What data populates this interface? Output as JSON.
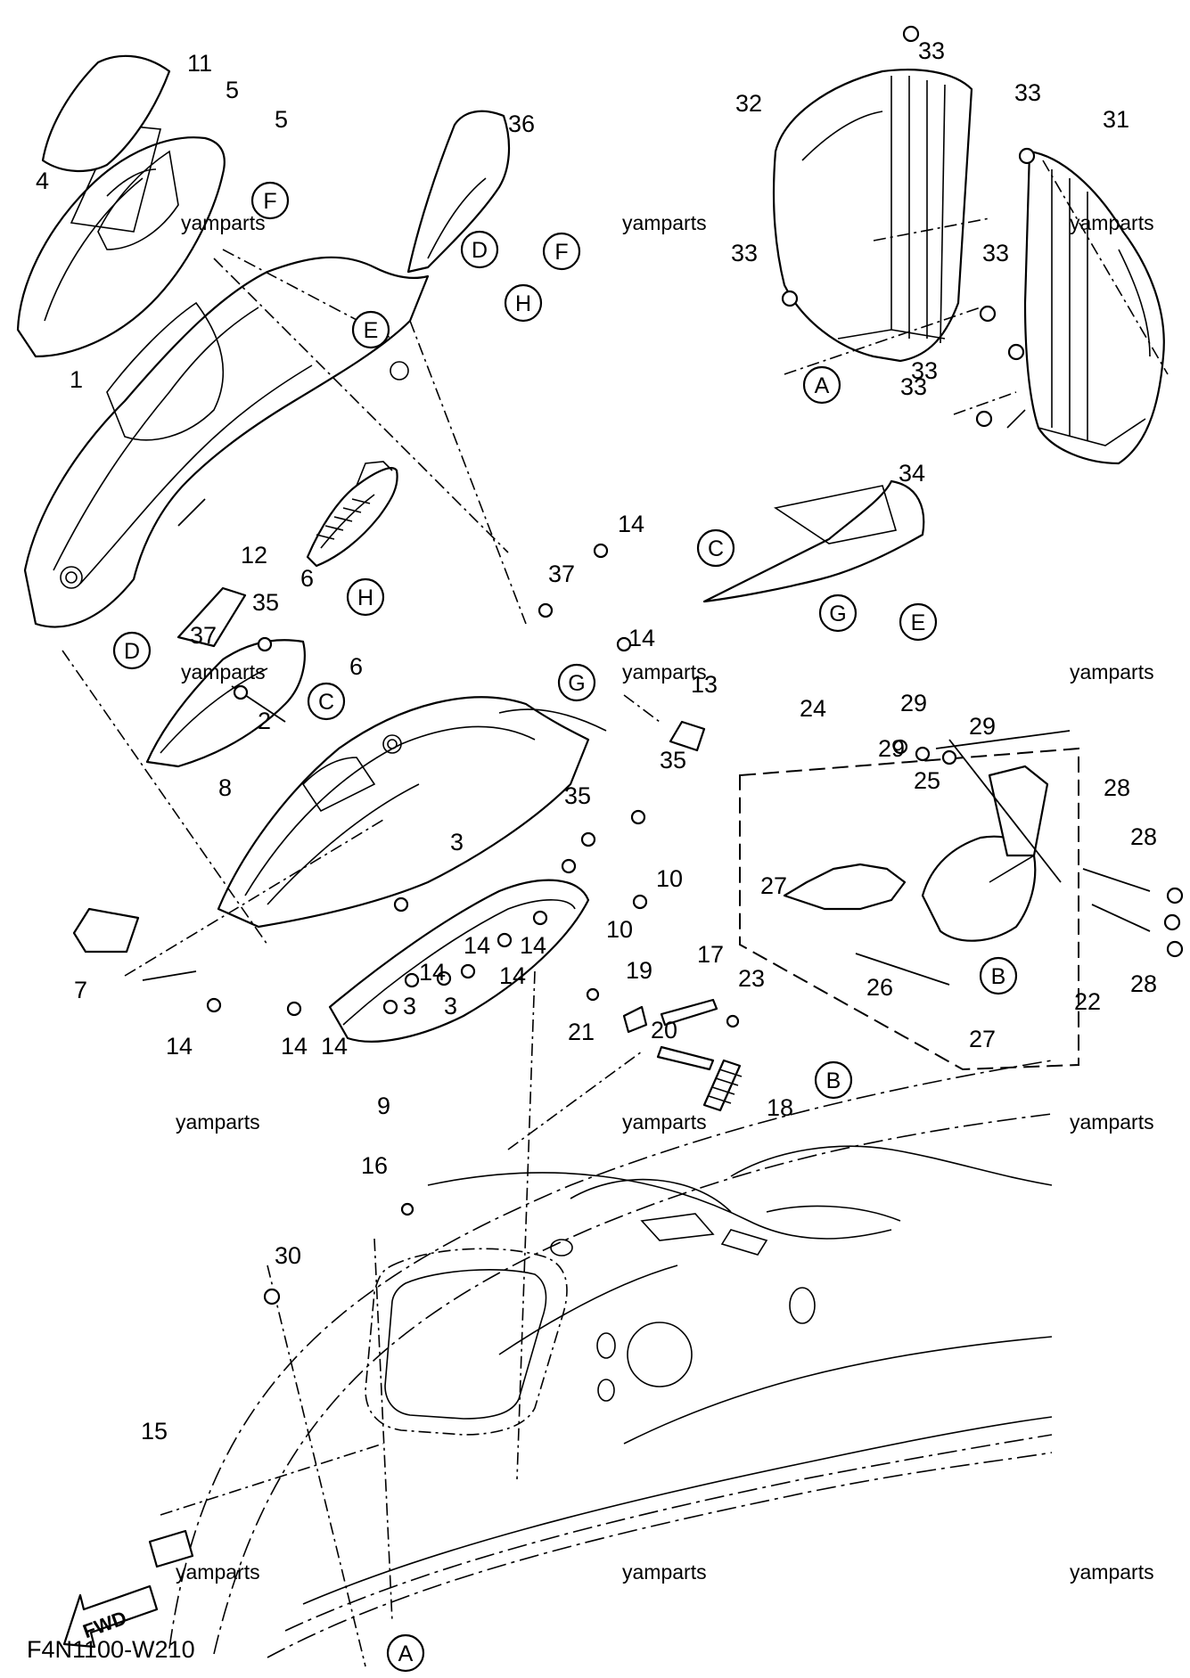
{
  "diagram_code": "F4N1100-W210",
  "watermark": "yamparts",
  "fwd_label": "FWD",
  "callout_numbers": [
    "1",
    "2",
    "3",
    "3",
    "3",
    "4",
    "5",
    "5",
    "6",
    "6",
    "7",
    "8",
    "9",
    "10",
    "10",
    "11",
    "12",
    "13",
    "14",
    "14",
    "14",
    "14",
    "14",
    "14",
    "14",
    "14",
    "14",
    "15",
    "16",
    "17",
    "18",
    "19",
    "20",
    "21",
    "22",
    "23",
    "24",
    "25",
    "26",
    "27",
    "27",
    "28",
    "28",
    "28",
    "29",
    "29",
    "29",
    "30",
    "31",
    "32",
    "33",
    "33",
    "33",
    "33",
    "33",
    "33",
    "34",
    "35",
    "35",
    "35",
    "36",
    "37",
    "37"
  ],
  "reference_letters": [
    "A",
    "A",
    "B",
    "B",
    "C",
    "C",
    "D",
    "D",
    "E",
    "E",
    "F",
    "F",
    "G",
    "G",
    "H",
    "H"
  ]
}
